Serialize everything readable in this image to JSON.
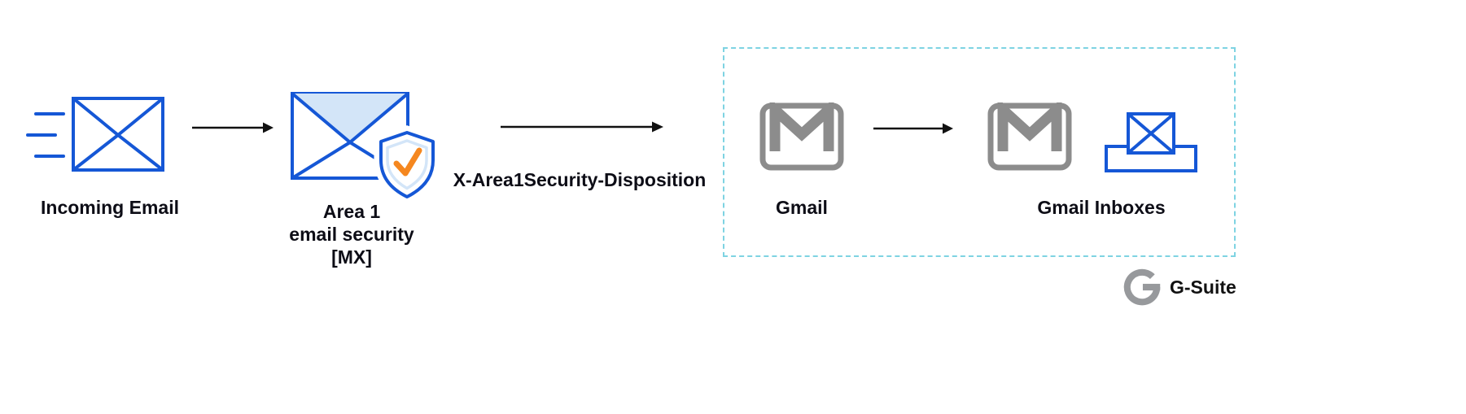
{
  "diagram": {
    "nodes": [
      {
        "id": "incoming-email",
        "label": "Incoming Email",
        "icon": "speeding-envelope-icon"
      },
      {
        "id": "area1-email-security",
        "label_lines": [
          "Area 1",
          "email security",
          "[MX]"
        ],
        "icon": "envelope-shield-check-icon"
      },
      {
        "id": "gmail",
        "label": "Gmail",
        "icon": "gmail-icon"
      },
      {
        "id": "gmail-inboxes",
        "label": "Gmail Inboxes",
        "icons": [
          "gmail-icon",
          "inbox-tray-envelope-icon"
        ]
      }
    ],
    "edges": [
      {
        "from": "incoming-email",
        "to": "area1-email-security",
        "label": ""
      },
      {
        "from": "area1-email-security",
        "to": "gmail",
        "label": "X-Area1Security-Disposition"
      },
      {
        "from": "gmail",
        "to": "gmail-inboxes",
        "label": ""
      }
    ],
    "group": {
      "id": "gsuite-boundary",
      "style": "dashed",
      "contains": [
        "gmail",
        "gmail-inboxes"
      ]
    },
    "branding": {
      "label": "G-Suite",
      "icon": "g-logo"
    }
  },
  "colors": {
    "envelope_blue": "#1557d6",
    "envelope_light_blue": "#d3e5f8",
    "check_orange": "#f5871f",
    "gmail_gray": "#8c8c8c",
    "dashed_border_cyan": "#7ed3e2",
    "arrow_black": "#111111",
    "text": "#0d0d16",
    "logo_gray": "#97999c"
  }
}
